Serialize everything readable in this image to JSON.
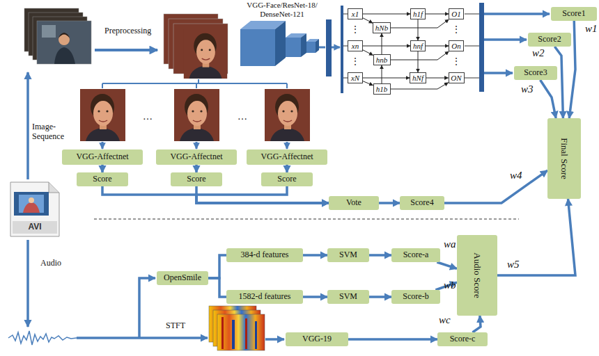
{
  "diagram": {
    "nodes": [
      {
        "text": [
          "x1"
        ]
      },
      {
        "text": [
          "hNb"
        ]
      },
      {
        "text": [
          "h1f"
        ]
      },
      {
        "text": [
          "O1"
        ]
      },
      {
        "text": [
          "xn"
        ]
      },
      {
        "text": [
          "hnb"
        ]
      },
      {
        "text": [
          "hnf"
        ]
      },
      {
        "text": [
          "On"
        ]
      },
      {
        "text": [
          "xN"
        ]
      },
      {
        "text": [
          "h1b"
        ]
      },
      {
        "text": [
          "hNf"
        ]
      },
      {
        "text": [
          "ON"
        ]
      },
      {
        "text": [
          "Score1"
        ]
      },
      {
        "text": [
          "Score2"
        ]
      },
      {
        "text": [
          "Score3"
        ]
      },
      {
        "text": [
          "Final Score"
        ]
      },
      {
        "text": [
          "VGG-Affectnet"
        ]
      },
      {
        "text": [
          "VGG-Affectnet"
        ]
      },
      {
        "text": [
          "VGG-Affectnet"
        ]
      },
      {
        "text": [
          "Score"
        ]
      },
      {
        "text": [
          "Score"
        ]
      },
      {
        "text": [
          "Score"
        ]
      },
      {
        "text": [
          "Vote"
        ]
      },
      {
        "text": [
          "Score4"
        ]
      },
      {
        "text": [
          "OpenSmile"
        ]
      },
      {
        "text": [
          "384-d features"
        ]
      },
      {
        "text": [
          "SVM"
        ]
      },
      {
        "text": [
          "Score-a"
        ]
      },
      {
        "text": [
          "1582-d features"
        ]
      },
      {
        "text": [
          "SVM"
        ]
      },
      {
        "text": [
          "Score-b"
        ]
      },
      {
        "text": [
          "Audio Score"
        ]
      },
      {
        "text": [
          "VGG-19"
        ]
      },
      {
        "text": [
          "Score-c"
        ]
      }
    ],
    "edges": [
      {
        "from": 0,
        "to": 2,
        "arrow": "to"
      },
      {
        "from": 4,
        "to": 6,
        "arrow": "to"
      },
      {
        "from": 8,
        "to": 10,
        "arrow": "to"
      },
      {
        "from": 0,
        "to": 1,
        "arrow": "to"
      },
      {
        "from": 4,
        "to": 5,
        "arrow": "to"
      },
      {
        "from": 8,
        "to": 9,
        "arrow": "to"
      },
      {
        "from": 2,
        "to": 6,
        "arrow": "to"
      },
      {
        "from": 6,
        "to": 10,
        "arrow": "to"
      },
      {
        "from": 9,
        "to": 5,
        "arrow": "to"
      },
      {
        "from": 5,
        "to": 1,
        "arrow": "to"
      },
      {
        "from": 2,
        "to": 3,
        "arrow": "to"
      },
      {
        "from": 6,
        "to": 7,
        "arrow": "to"
      },
      {
        "from": 10,
        "to": 11,
        "arrow": "to"
      },
      {
        "from": 1,
        "to": 3,
        "arrow": "to"
      },
      {
        "from": 5,
        "to": 7,
        "arrow": "to"
      },
      {
        "from": 9,
        "to": 11,
        "arrow": "to"
      },
      {
        "from": 16,
        "to": 19,
        "arrow": "to"
      },
      {
        "from": 17,
        "to": 20,
        "arrow": "to"
      },
      {
        "from": 18,
        "to": 21,
        "arrow": "to"
      },
      {
        "from": 19,
        "to": 22,
        "arrow": "to"
      },
      {
        "from": 20,
        "to": 22,
        "arrow": "to"
      },
      {
        "from": 21,
        "to": 22,
        "arrow": "to"
      },
      {
        "from": 22,
        "to": 23,
        "arrow": "to"
      },
      {
        "from": 23,
        "to": 15,
        "arrow": "to"
      },
      {
        "from": 12,
        "to": 15,
        "arrow": "to"
      },
      {
        "from": 13,
        "to": 15,
        "arrow": "to"
      },
      {
        "from": 14,
        "to": 15,
        "arrow": "to"
      },
      {
        "from": 24,
        "to": 25,
        "arrow": "none"
      },
      {
        "from": 24,
        "to": 28,
        "arrow": "none"
      },
      {
        "from": 25,
        "to": 26,
        "arrow": "to"
      },
      {
        "from": 26,
        "to": 27,
        "arrow": "to"
      },
      {
        "from": 27,
        "to": 31,
        "arrow": "to"
      },
      {
        "from": 28,
        "to": 29,
        "arrow": "to"
      },
      {
        "from": 29,
        "to": 30,
        "arrow": "to"
      },
      {
        "from": 30,
        "to": 31,
        "arrow": "to"
      },
      {
        "from": 32,
        "to": 33,
        "arrow": "to"
      },
      {
        "from": 33,
        "to": 31,
        "arrow": "to"
      },
      {
        "from": 31,
        "to": 15,
        "arrow": "to"
      }
    ],
    "labels": [
      "Preprocessing",
      "VGG-Face/ResNet-18/ DenseNet-121",
      "Image- Sequence",
      "…",
      "…",
      "⋮",
      "⋮",
      "⋮",
      "⋮",
      "AVI",
      "Audio",
      "STFT",
      "w1",
      "w2",
      "w3",
      "w4",
      "w5",
      "wa",
      "wb",
      "wc"
    ]
  }
}
